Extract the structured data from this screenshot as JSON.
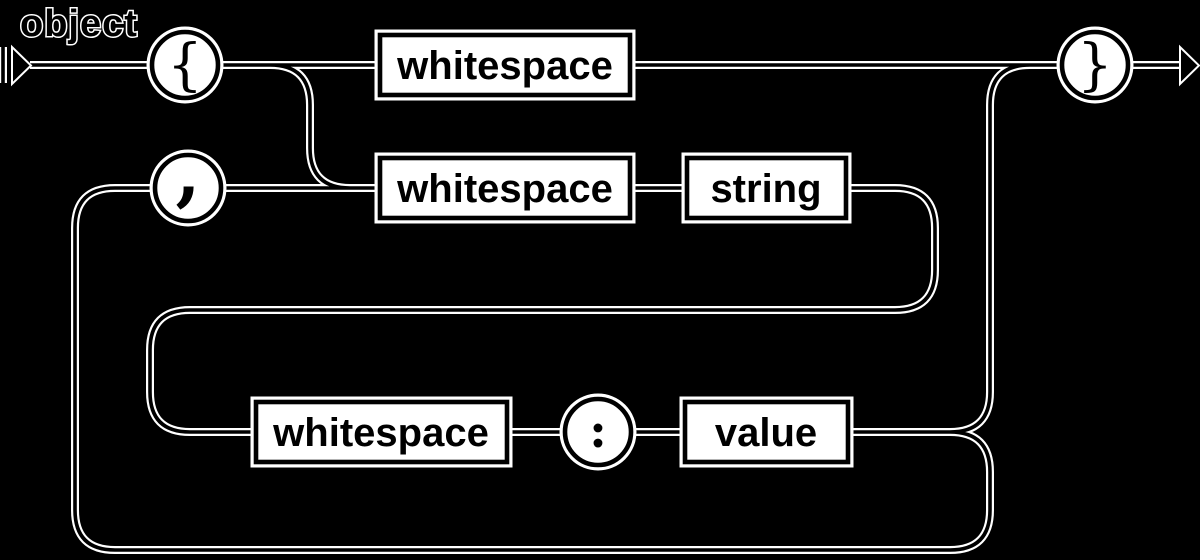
{
  "diagram": {
    "title": "object",
    "terminals": {
      "open_brace": "{",
      "comma": ",",
      "colon": ":",
      "close_brace": "}"
    },
    "boxes": {
      "ws_top": "whitespace",
      "ws_mid": "whitespace",
      "string": "string",
      "ws_bottom": "whitespace",
      "value": "value"
    },
    "arrows": {
      "start": "right-arrowhead",
      "end": "right-arrowhead"
    },
    "colors": {
      "background": "#000000",
      "rail_ink": "#000000",
      "rail_halo": "#ffffff",
      "node_fill": "#ffffff",
      "node_border": "#000000",
      "label_text": "#000000"
    }
  }
}
